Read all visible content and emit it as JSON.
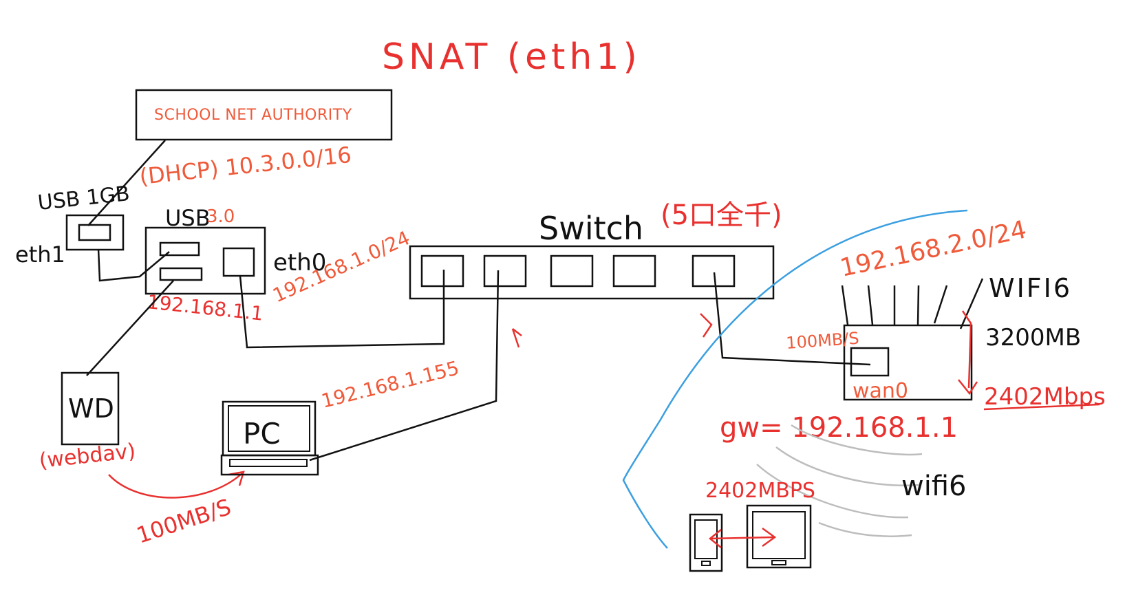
{
  "colors": {
    "ink": "#111111",
    "red": "#e8312f",
    "orange_red": "#ef5a3a",
    "blue": "#3b9fe0",
    "gray": "#bdbdbd",
    "paper": "#ffffff"
  },
  "title": "SNAT (eth1)",
  "authority_label": "SCHOOL NET AUTHORITY",
  "dhcp_label": "(DHCP) 10.3.0.0/16",
  "usb_1gb_label": "USB 1GB",
  "eth1_label": "eth1",
  "usb30_label_usb": "USB",
  "usb30_label_ver": "3.0",
  "eth0_label": "eth0",
  "gateway_ip": "192.168.1.1",
  "lan_subnet": "192.168.1.0/24",
  "switch_label": "Switch",
  "switch_note": "(5口全千)",
  "pc_ip": "192.168.1.155",
  "wd_label": "WD",
  "webdav_label": "(webdav)",
  "pc_label": "PC",
  "speed_100": "100MB/S",
  "wifi_subnet": "192.168.2.0/24",
  "wifi6_label": "WIFI6",
  "router_speed": "3200MB",
  "router_wan_speed": "100MB/S",
  "wan_label": "wan0",
  "wifi_speed": "2402Mbps",
  "gw_label": "gw= 192.168.1.1",
  "wifi6_small": "wifi6",
  "device_speed": "2402MBPS"
}
